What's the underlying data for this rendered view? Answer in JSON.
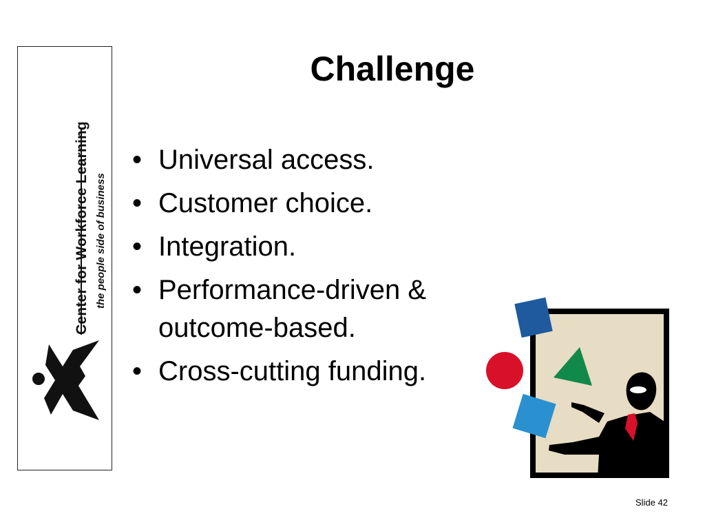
{
  "slide": {
    "title": "Challenge",
    "bullets": [
      "Universal access.",
      "Customer choice.",
      "Integration.",
      "Performance-driven & outcome-based.",
      "Cross-cutting funding."
    ],
    "footer": "Slide 42"
  },
  "logo": {
    "name": "Center for Workforce Learning",
    "tagline": "the people side of business",
    "mark": "wave-mark"
  },
  "clipart": {
    "subject": "juggler-icon",
    "colors": {
      "frame": "#000000",
      "panel": "#e7dcc4",
      "dark_blue_square": "#1f5a9e",
      "light_blue_square": "#2b90cf",
      "green_triangle": "#11894a",
      "red_circle": "#d8102a",
      "tie": "#d8102a"
    }
  }
}
